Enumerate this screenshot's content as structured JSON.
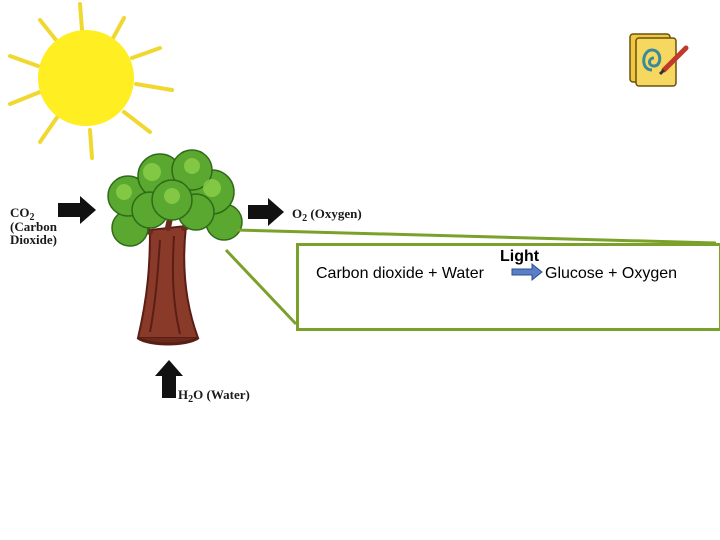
{
  "labels": {
    "co2_formula": "CO",
    "co2_sub": "2",
    "co2_name_line1": "(Carbon",
    "co2_name_line2": "Dioxide)",
    "o2_formula": "O",
    "o2_sub": "2",
    "o2_name": "(Oxygen)",
    "h2o_formula_h": "H",
    "h2o_sub": "2",
    "h2o_formula_o": "O",
    "h2o_name": "(Water)"
  },
  "equation": {
    "condition": "Light",
    "reactants": "Carbon dioxide + Water",
    "products": "Glucose + Oxygen"
  },
  "colors": {
    "sun": "#ffee22",
    "sun_rays": "#f0d830",
    "leaves": "#5aa830",
    "leaves_light": "#8cd04a",
    "trunk": "#8a3a28",
    "trunk_dark": "#5a1e16",
    "box_border": "#7aa12a",
    "reaction_arrow": "#5a7ec8"
  },
  "icons": {
    "corner": "notebook-pencil-icon"
  }
}
